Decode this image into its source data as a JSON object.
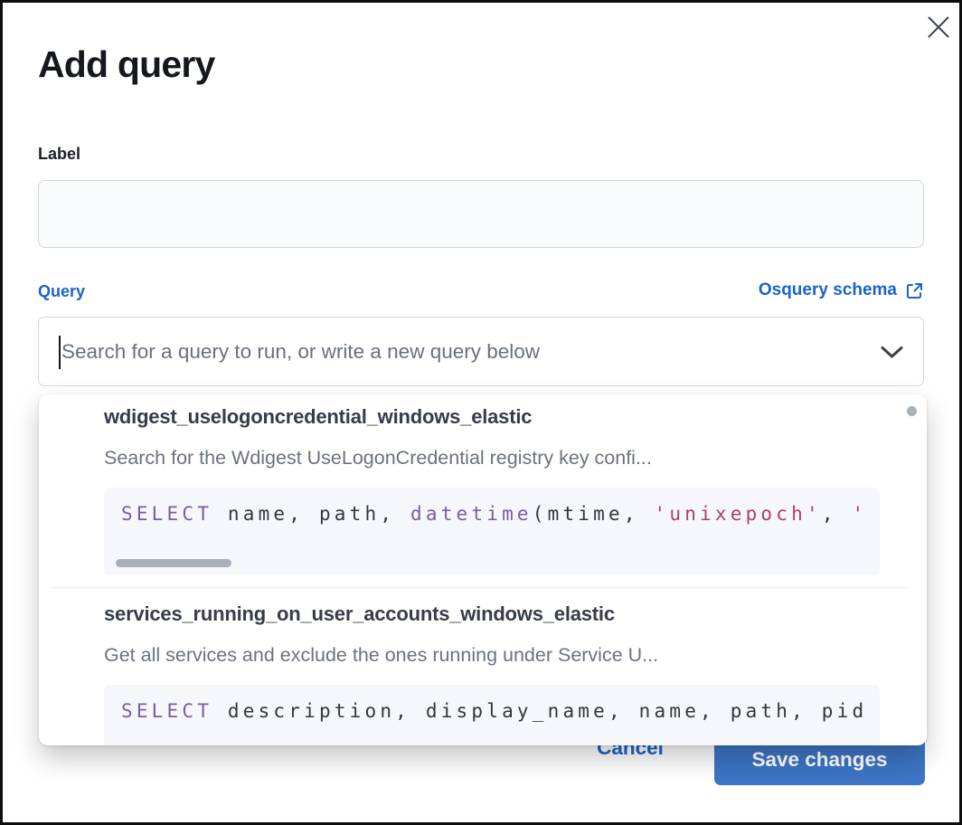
{
  "colors": {
    "link_blue": "#1b63c9",
    "underline_blue": "#3464b5",
    "button_blue": "#3d74c5",
    "border": "#cfd6e2",
    "code_bg": "#f5f7fa",
    "code_plain": "#32363f",
    "code_keyword": "#7c5ca3",
    "code_string": "#a84565",
    "thumb": "#a9b0ba",
    "divider": "#e9edf4"
  },
  "icons": {
    "close_icon": "✕",
    "chevron_down_icon": "⌄",
    "external_link_icon": "↗"
  },
  "modal": {
    "title": "Add query"
  },
  "form": {
    "label_field": {
      "label": "Label",
      "value": ""
    },
    "query_field": {
      "label": "Query",
      "schema_link_label": "Osquery schema",
      "placeholder": "Search for a query to run, or write a new query below",
      "value": ""
    }
  },
  "dropdown": {
    "options": [
      {
        "title": "wdigest_uselogoncredential_windows_elastic",
        "description": "Search for the Wdigest UseLogonCredential registry key confi...",
        "sql_tokens": [
          {
            "t": "keyword",
            "v": "SELECT"
          },
          {
            "t": "plain",
            "v": " name, path, "
          },
          {
            "t": "keyword",
            "v": "datetime"
          },
          {
            "t": "plain",
            "v": "(mtime, "
          },
          {
            "t": "string",
            "v": "'unixepoch'"
          },
          {
            "t": "plain",
            "v": ", "
          },
          {
            "t": "string",
            "v": "'U"
          }
        ]
      },
      {
        "title": "services_running_on_user_accounts_windows_elastic",
        "description": "Get all services and exclude the ones running under Service U...",
        "sql_tokens": [
          {
            "t": "keyword",
            "v": "SELECT"
          },
          {
            "t": "plain",
            "v": " description, display_name, name, path, pid,"
          }
        ]
      }
    ]
  },
  "footer": {
    "cancel_label": "Cancel",
    "save_label": "Save changes"
  }
}
